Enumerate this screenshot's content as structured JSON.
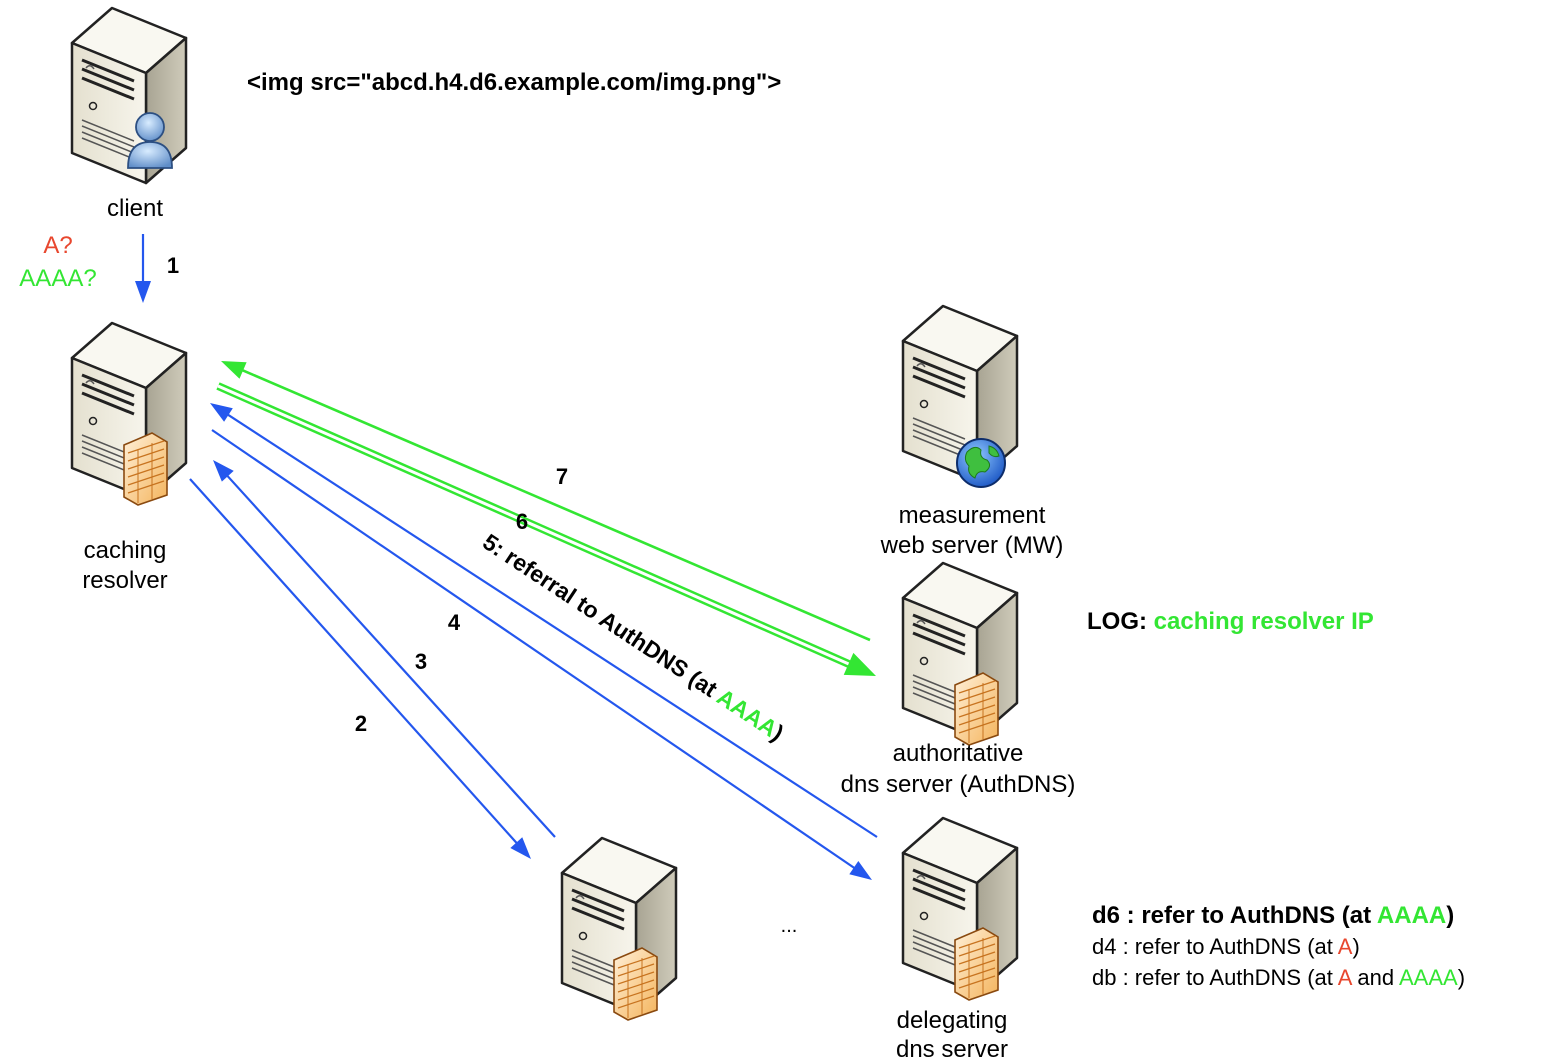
{
  "colors": {
    "red": "#e8472e",
    "green": "#33e633",
    "blue": "#2457ee",
    "black": "#000000"
  },
  "icons": [
    "server-icon",
    "user-icon",
    "firewall-icon",
    "globe-icon"
  ],
  "top_text": "<img src=\"abcd.h4.d6.example.com/img.png\">",
  "client": {
    "label": "client",
    "query_a": "A?",
    "query_aaaa": "AAAA?"
  },
  "caching_resolver": {
    "label_line1": "caching",
    "label_line2": "resolver"
  },
  "measurement_server": {
    "label_line1": "measurement",
    "label_line2": "web server (MW)"
  },
  "auth_server": {
    "label_line1": "authoritative",
    "label_line2": "dns server (AuthDNS)"
  },
  "delegating_server": {
    "label_line1": "delegating",
    "label_line2": "dns server"
  },
  "ellipsis": "...",
  "steps": {
    "s1": "1",
    "s2": "2",
    "s3": "3",
    "s4": "4",
    "s6": "6",
    "s7": "7",
    "s5_prefix": "5: referral to AuthDNS (at ",
    "s5_green": "AAAA",
    "s5_suffix": ")"
  },
  "log": {
    "prefix": "LOG:",
    "value": "caching resolver IP"
  },
  "legend": {
    "d6": {
      "prefix": "d6 : refer to AuthDNS (at ",
      "green": "AAAA",
      "suffix": ")"
    },
    "d4": {
      "prefix": "d4 : refer to AuthDNS (at ",
      "red": "A",
      "suffix": ")"
    },
    "db": {
      "prefix": "db : refer to AuthDNS (at ",
      "red": "A",
      "middle": " and ",
      "green": "AAAA",
      "suffix": ")"
    }
  }
}
